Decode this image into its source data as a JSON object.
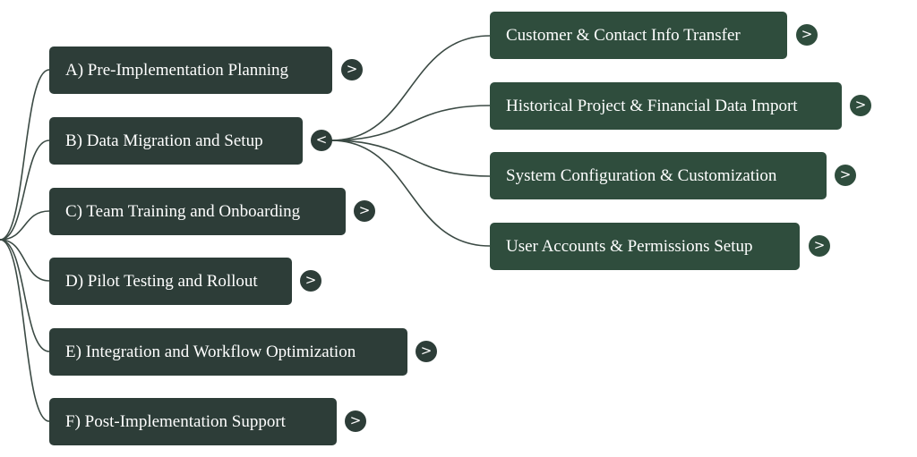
{
  "mindmap": {
    "branches": [
      {
        "label": "A) Pre-Implementation Planning",
        "toggle": ">"
      },
      {
        "label": "B) Data Migration and Setup",
        "toggle": "<"
      },
      {
        "label": "C) Team Training and Onboarding",
        "toggle": ">"
      },
      {
        "label": "D) Pilot Testing and Rollout",
        "toggle": ">"
      },
      {
        "label": "E) Integration and Workflow Optimization",
        "toggle": ">"
      },
      {
        "label": "F) Post-Implementation Support",
        "toggle": ">"
      }
    ],
    "expanded_children": [
      {
        "label": "Customer & Contact Info Transfer",
        "toggle": ">"
      },
      {
        "label": "Historical Project & Financial Data Import",
        "toggle": ">"
      },
      {
        "label": "System Configuration & Customization",
        "toggle": ">"
      },
      {
        "label": "User Accounts & Permissions Setup",
        "toggle": ">"
      }
    ]
  },
  "colors": {
    "branch_fill": "#2d3d38",
    "child_fill": "#2f4d3d",
    "connector": "#3b4a44",
    "text": "#ffffff"
  }
}
